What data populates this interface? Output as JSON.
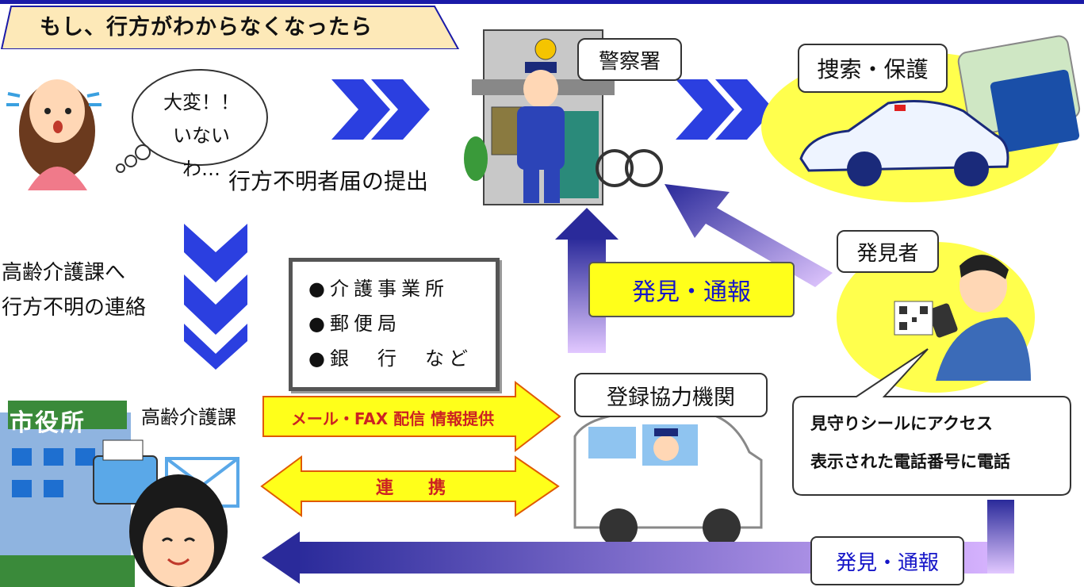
{
  "header": {
    "title": "もし、行方がわからなくなったら"
  },
  "labels": {
    "thought": [
      "大変！！",
      "いないわ…"
    ],
    "report_submission": "行方不明者届の提出",
    "police_station": "警察署",
    "search_protect": "捜索・保護",
    "contact_lines": [
      "高齢介護課へ",
      "行方不明の連絡"
    ],
    "finder": "発見者",
    "city_hall_sign": "市役所",
    "department": "高齢介護課",
    "registered_org": "登録協力機関",
    "discovery_report": "発見・通報",
    "discovery_report_bottom": "発見・通報"
  },
  "partner_list": [
    "●介護事業所",
    "●郵便局",
    "●銀　行　など"
  ],
  "arrows": {
    "mail_fax": "メール・FAX 配信  情報提供",
    "cooperation": "連　　携"
  },
  "finder_bubble": [
    "見守りシールにアクセス",
    "表示された電話番号に電話"
  ],
  "colors": {
    "chevron": "#2b3fe0",
    "arrow_yellow": "#ffff1a",
    "arrow_gradient_start": "#2a2a9a",
    "arrow_gradient_end": "#d9b8ff",
    "accent_text": "#1515c8"
  }
}
